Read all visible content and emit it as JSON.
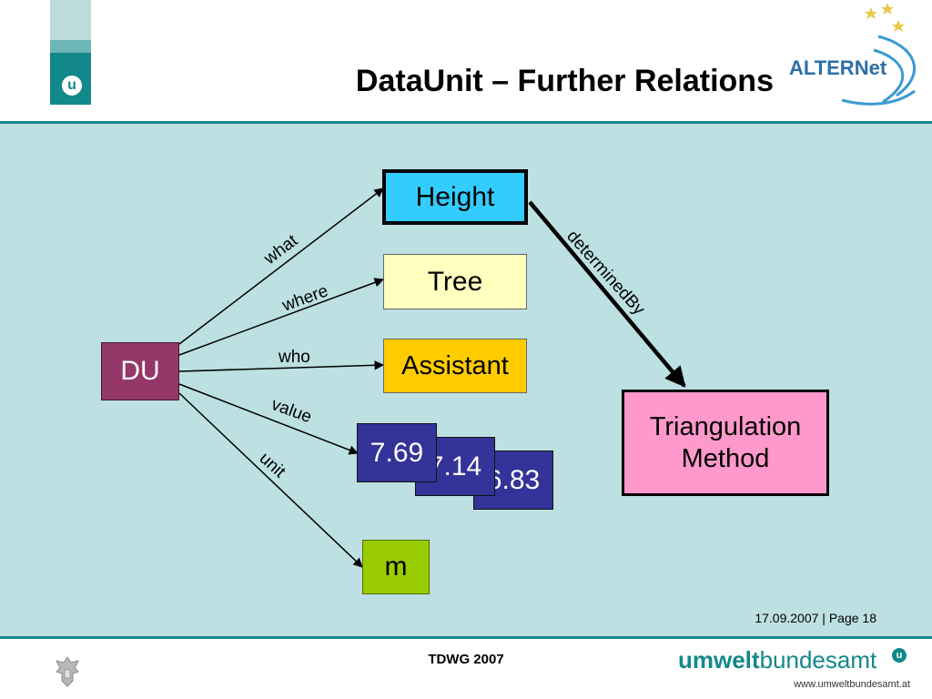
{
  "slide": {
    "title": "DataUnit – Further Relations",
    "page_info": "17.09.2007 | Page 18",
    "footer_center": "TDWG 2007",
    "left_logo_letter": "u",
    "logo_alternet": "ALTERNet",
    "logo_uba_bold": "umwelt",
    "logo_uba_regular": "bundesamt",
    "logo_uba_letter": "u",
    "logo_uba_url": "www.umweltbundesamt.at"
  },
  "diagram": {
    "nodes": {
      "du": "DU",
      "height": "Height",
      "tree": "Tree",
      "assistant": "Assistant",
      "value1": "7.69",
      "value2": "7.14",
      "value3": "6.83",
      "unit": "m",
      "method_line1": "Triangulation",
      "method_line2": "Method"
    },
    "edges": {
      "what": "what",
      "where": "where",
      "who": "who",
      "value": "value",
      "unit": "unit",
      "determined_by": "determinedBy"
    }
  },
  "colors": {
    "teal": "#13888a",
    "background": "#bde0e2",
    "du": "#953768",
    "height": "#33ccff",
    "tree": "#ffffc0",
    "assistant": "#ffcc00",
    "value": "#333399",
    "unit": "#99cc00",
    "method": "#ff99cc"
  }
}
